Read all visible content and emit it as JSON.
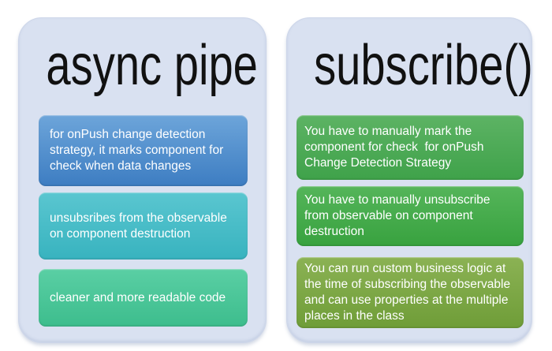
{
  "canvas": {
    "background_color": "#ffffff",
    "card_text_color": "#ffffff"
  },
  "panels": [
    {
      "title": "async pipe",
      "title_color": "#111111",
      "background_color": "#d9e1f1",
      "items": [
        {
          "text": "for onPush change detection strategy, it marks component for check when data changes",
          "color_top": "#6da5da",
          "color_bottom": "#3d7dc2"
        },
        {
          "text": "unsubsribes from the observable on component destruction",
          "color_top": "#5ac6d0",
          "color_bottom": "#38b3bf"
        },
        {
          "text": "cleaner and more readable code",
          "color_top": "#5acfa4",
          "color_bottom": "#3dbd8d"
        }
      ]
    },
    {
      "title": "subscribe()",
      "title_color": "#111111",
      "background_color": "#d9e1f1",
      "items": [
        {
          "text": "You have to manually mark the component for check  for onPush Change Detection Strategy",
          "color_top": "#5db364",
          "color_bottom": "#3fa24a"
        },
        {
          "text": "You have to manually unsubscribe from observable on component destruction",
          "color_top": "#55b55a",
          "color_bottom": "#38a23f"
        },
        {
          "text": "You can run custom business logic at the time of subscribing the observable and can use properties at the multiple places in the class",
          "color_top": "#8bb254",
          "color_bottom": "#6f9d38"
        }
      ]
    }
  ]
}
